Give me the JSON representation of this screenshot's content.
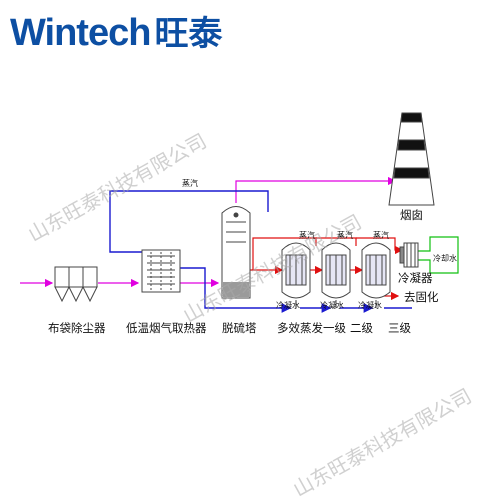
{
  "brand": {
    "name_en": "Wintech",
    "name_cn": "旺泰",
    "color": "#0d4fa3"
  },
  "watermark": "山东旺泰科技有限公司",
  "labels": {
    "bag_filter": "布袋除尘器",
    "heat_exchanger": "低温烟气取热器",
    "desulfurization_tower": "脱硫塔",
    "evaporator_stage1": "多效蒸发一级",
    "evaporator_stage2": "二级",
    "evaporator_stage3": "三级",
    "chimney": "烟囱",
    "condenser": "冷凝器",
    "solidification": "去固化",
    "steam_top": "蒸汽",
    "steam_1": "蒸汽",
    "steam_2": "蒸汽",
    "steam_3": "蒸汽",
    "cooling_water": "冷却水",
    "condensate_1": "冷凝水",
    "condensate_2": "冷凝水",
    "condensate_3": "冷凝水"
  },
  "colors": {
    "flue_gas": "#e000e0",
    "steam_loop": "#1a1ad0",
    "feed": "#e01010",
    "cooling": "#10c010",
    "equipment": "#444444"
  }
}
